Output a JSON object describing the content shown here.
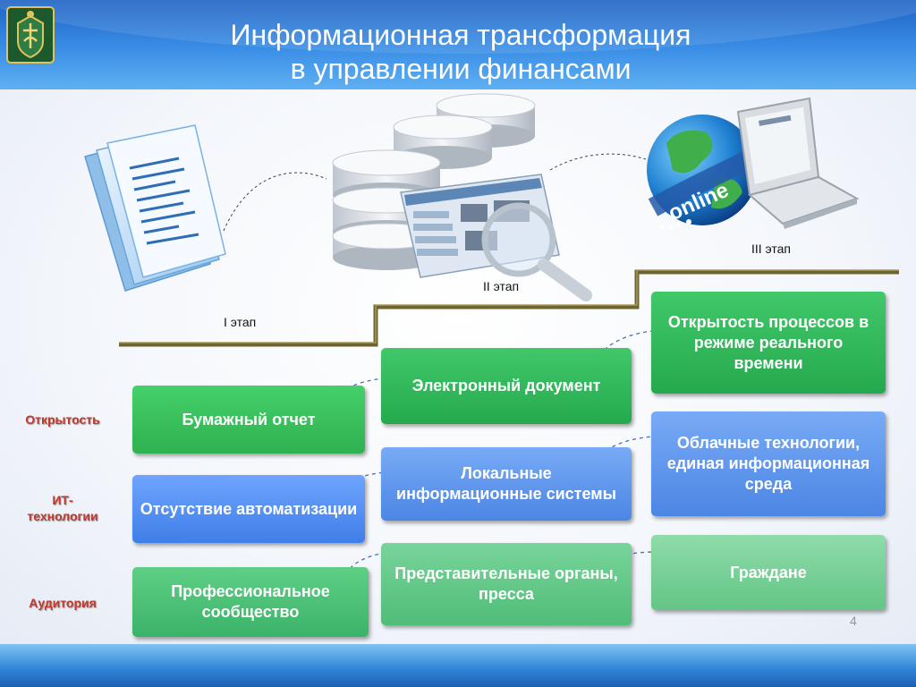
{
  "title": {
    "line1": "Информационная трансформация",
    "line2": "в управлении финансами"
  },
  "stages": {
    "stage1": "I этап",
    "stage2": "II этап",
    "stage3": "III этап"
  },
  "images": {
    "globe_text": "online"
  },
  "row_labels": {
    "openness": "Открытость",
    "it_line1": "ИТ-",
    "it_line2": "технологии",
    "audience": "Аудитория"
  },
  "boxes": {
    "paper_report": "Бумажный отчет",
    "no_automation": "Отсутствие автоматизации",
    "professional_community": "Профессиональное сообщество",
    "electronic_document": "Электронный документ",
    "local_systems": "Локальные информационные системы",
    "representative_bodies": "Представительные органы, пресса",
    "realtime_openness": "Открытость процессов в режиме реального времени",
    "cloud_tech": "Облачные технологии, единая информационная среда",
    "citizens": "Граждане"
  },
  "page_number": "4",
  "colors": {
    "header_blue": "#2b7bd8",
    "stair_line": "#7f7436",
    "openness_label": "#c0392b",
    "it_label": "#c0392b",
    "audience_label": "#c0392b",
    "arrow": "#4a6fb0"
  }
}
